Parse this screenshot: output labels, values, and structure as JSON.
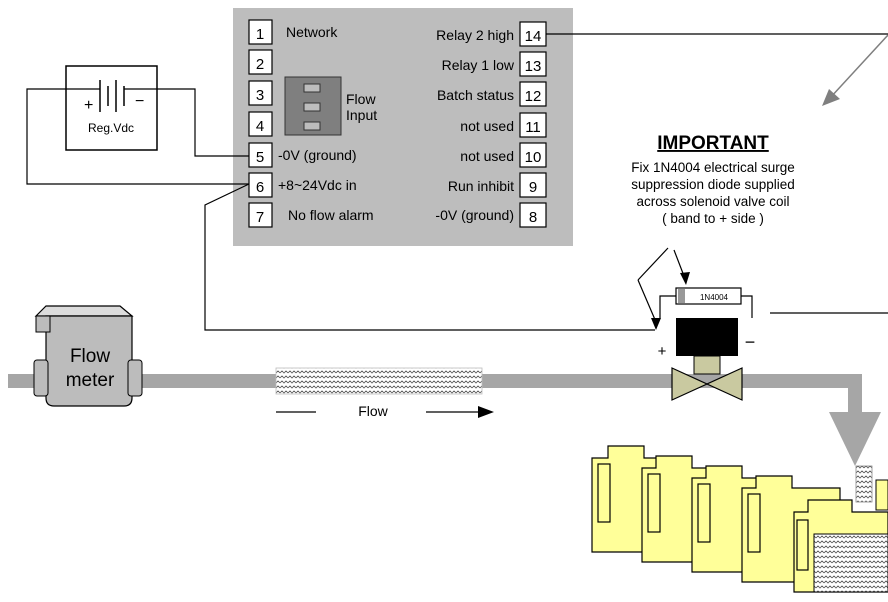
{
  "terminals_left": [
    {
      "num": "1",
      "label": "Network"
    },
    {
      "num": "2",
      "label": ""
    },
    {
      "num": "3",
      "label": ""
    },
    {
      "num": "4",
      "label": ""
    },
    {
      "num": "5",
      "label": "-0V (ground)"
    },
    {
      "num": "6",
      "label": "+8~24Vdc in"
    },
    {
      "num": "7",
      "label": "No flow alarm"
    }
  ],
  "terminals_right": [
    {
      "num": "14",
      "label": "Relay 2 high"
    },
    {
      "num": "13",
      "label": "Relay 1 low"
    },
    {
      "num": "12",
      "label": "Batch status"
    },
    {
      "num": "11",
      "label": "not used"
    },
    {
      "num": "10",
      "label": "not used"
    },
    {
      "num": "9",
      "label": "Run inhibit"
    },
    {
      "num": "8",
      "label": "-0V (ground)"
    }
  ],
  "flow_input": {
    "line1": "Flow",
    "line2": "Input"
  },
  "power_supply": {
    "label": "Reg.Vdc",
    "plus": "+",
    "minus": "−"
  },
  "important": {
    "heading": "IMPORTANT",
    "lines": [
      "Fix 1N4004 electrical surge",
      "suppression diode supplied",
      "across solenoid valve coil",
      "( band to + side )"
    ]
  },
  "diode_label": "1N4004",
  "valve": {
    "plus": "+",
    "minus": "−"
  },
  "flow_meter": {
    "line1": "Flow",
    "line2": "meter"
  },
  "flow_label": "Flow",
  "colors": {
    "panel": "#bdbdbd",
    "pipe": "#a6a6a6",
    "container": "#ffff99",
    "valve_body": "#c9c9a0",
    "coil": "#000000",
    "meter": "#bcbcbc"
  }
}
